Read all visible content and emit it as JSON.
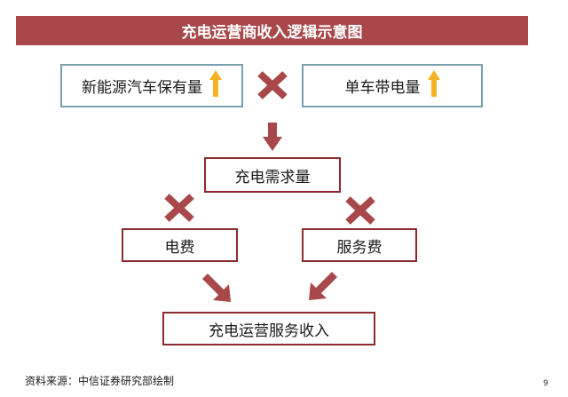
{
  "title": "充电运营商收入逻辑示意图",
  "nodes": {
    "nev_ownership": "新能源汽车保有量",
    "power_per_vehicle": "单车带电量",
    "charging_demand": "充电需求量",
    "electricity_fee": "电费",
    "service_fee": "服务费",
    "charging_revenue": "充电运营服务收入"
  },
  "icons": {
    "multiply": "multiply-icon",
    "arrow_up": "arrow-up-icon",
    "arrow": "arrow-icon"
  },
  "colors": {
    "title_bg": "#a8484a",
    "multiply": "#a8484a",
    "arrow_up": "#f4b324",
    "box_border_blue": "#7a9fb0",
    "box_border_red": "#8c2a2e"
  },
  "source": "资料来源：中信证券研究部绘制",
  "page_number": "9"
}
